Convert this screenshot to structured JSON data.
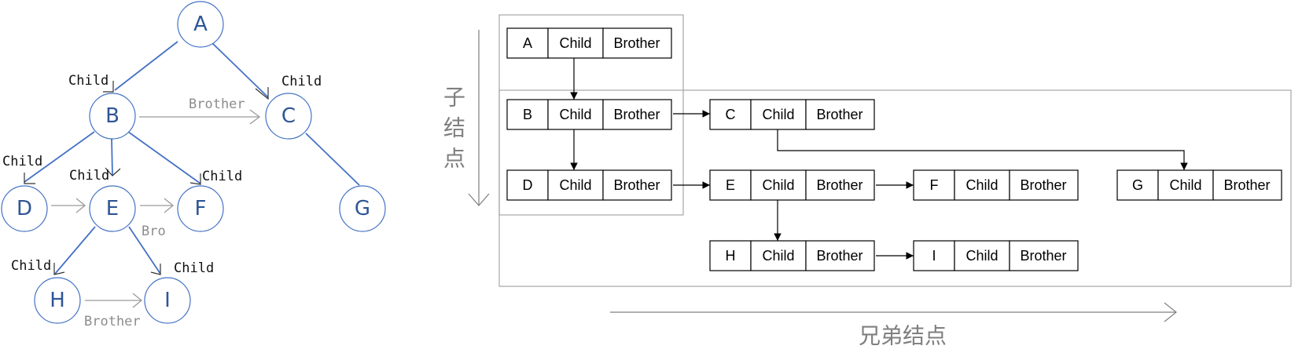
{
  "tree": {
    "nodes": {
      "A": "A",
      "B": "B",
      "C": "C",
      "D": "D",
      "E": "E",
      "F": "F",
      "G": "G",
      "H": "H",
      "I": "I"
    },
    "labels": {
      "child": "Child",
      "brother": "Brother",
      "bro": "Bro"
    }
  },
  "structure": {
    "fields": {
      "child": "Child",
      "brother": "Brother"
    },
    "vertical_caption": [
      "子",
      "结",
      "点"
    ],
    "horizontal_caption": "兄弟结点"
  }
}
